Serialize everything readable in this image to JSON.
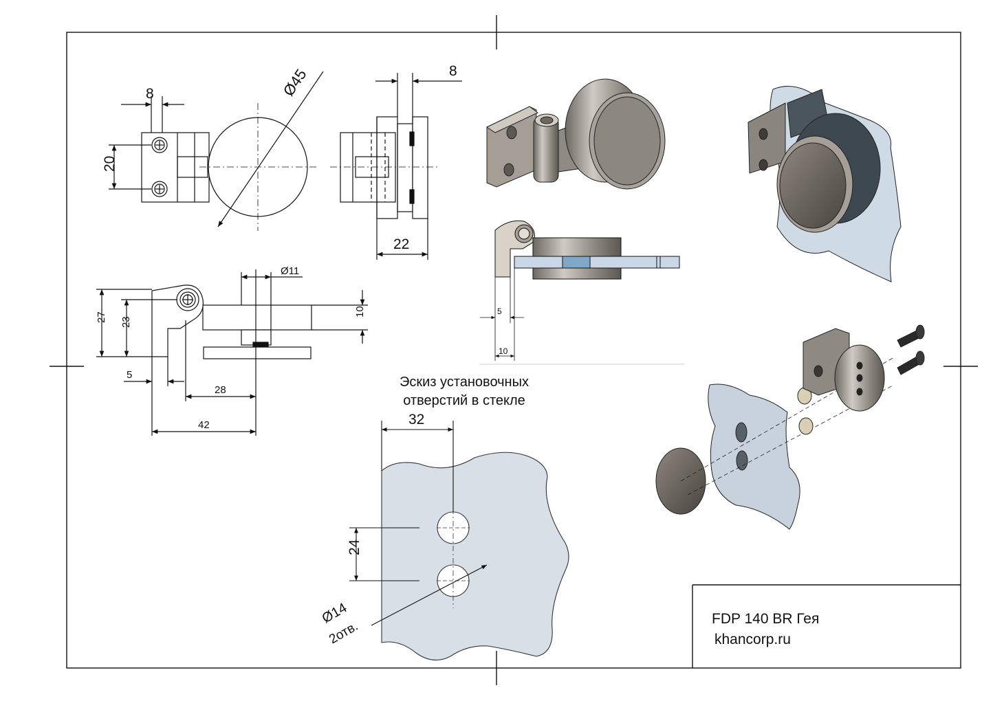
{
  "drawing": {
    "title": "FDP 140 BR Гея",
    "website": "khancorp.ru",
    "sketch_caption_line1": "Эскиз установочных",
    "sketch_caption_line2": "отверстий в стекле"
  },
  "dimensions": {
    "front_width": "8",
    "front_height": "20",
    "disc_diameter": "Ø45",
    "side_offset": "8",
    "side_depth": "22",
    "top_height_27": "27",
    "top_height_23": "23",
    "top_pin_diameter": "Ø11",
    "top_thickness": "10",
    "top_leaf": "5",
    "top_28": "28",
    "top_42": "42",
    "section_5": "5",
    "section_10": "10",
    "hole_spacing_x": "32",
    "hole_spacing_y": "24",
    "hole_diameter": "Ø14",
    "hole_count": "2отв."
  },
  "colors": {
    "line": "#111111",
    "glass": "#d9dfe6",
    "metal": "#9a958e",
    "dark_metal": "#5f5a55",
    "glass_blue": "#b9c8d6",
    "cap_dark": "#3e4850"
  }
}
